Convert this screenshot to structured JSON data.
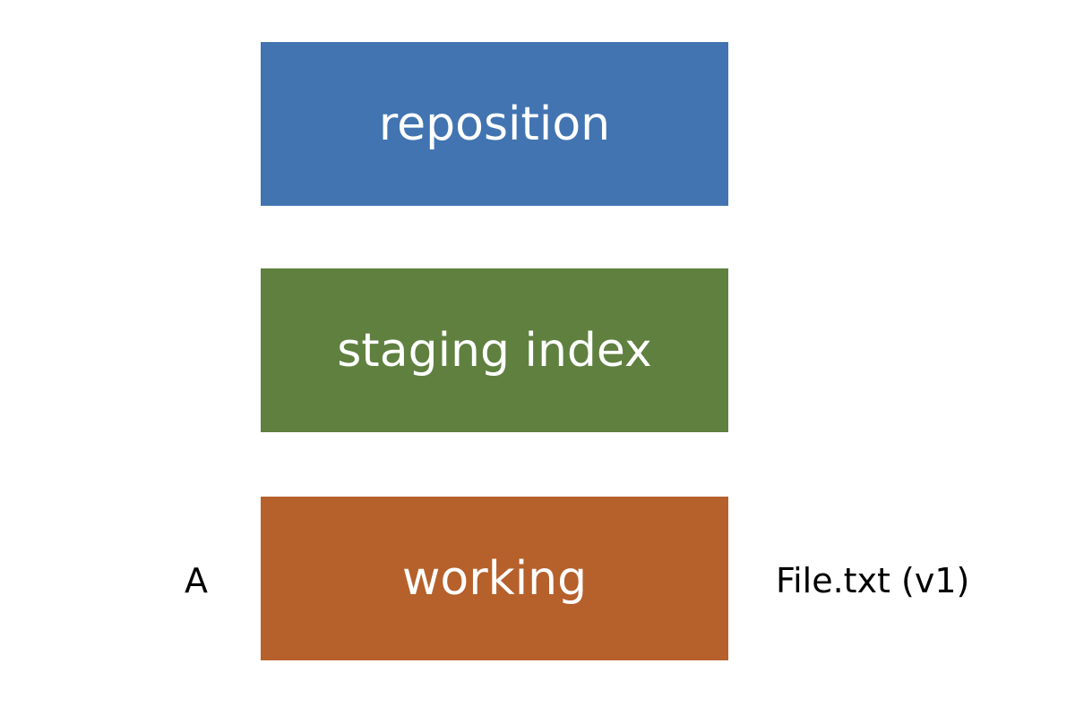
{
  "colors": {
    "repository": "#4174B1",
    "staging": "#5F803F",
    "working": "#B6602B",
    "text_on_box": "#FFFFFF",
    "side_text": "#000000"
  },
  "diagram": {
    "boxes": [
      {
        "label": "reposition"
      },
      {
        "label": "staging index"
      },
      {
        "label": "working"
      }
    ],
    "left_label": "A",
    "right_label": "File.txt (v1)"
  }
}
